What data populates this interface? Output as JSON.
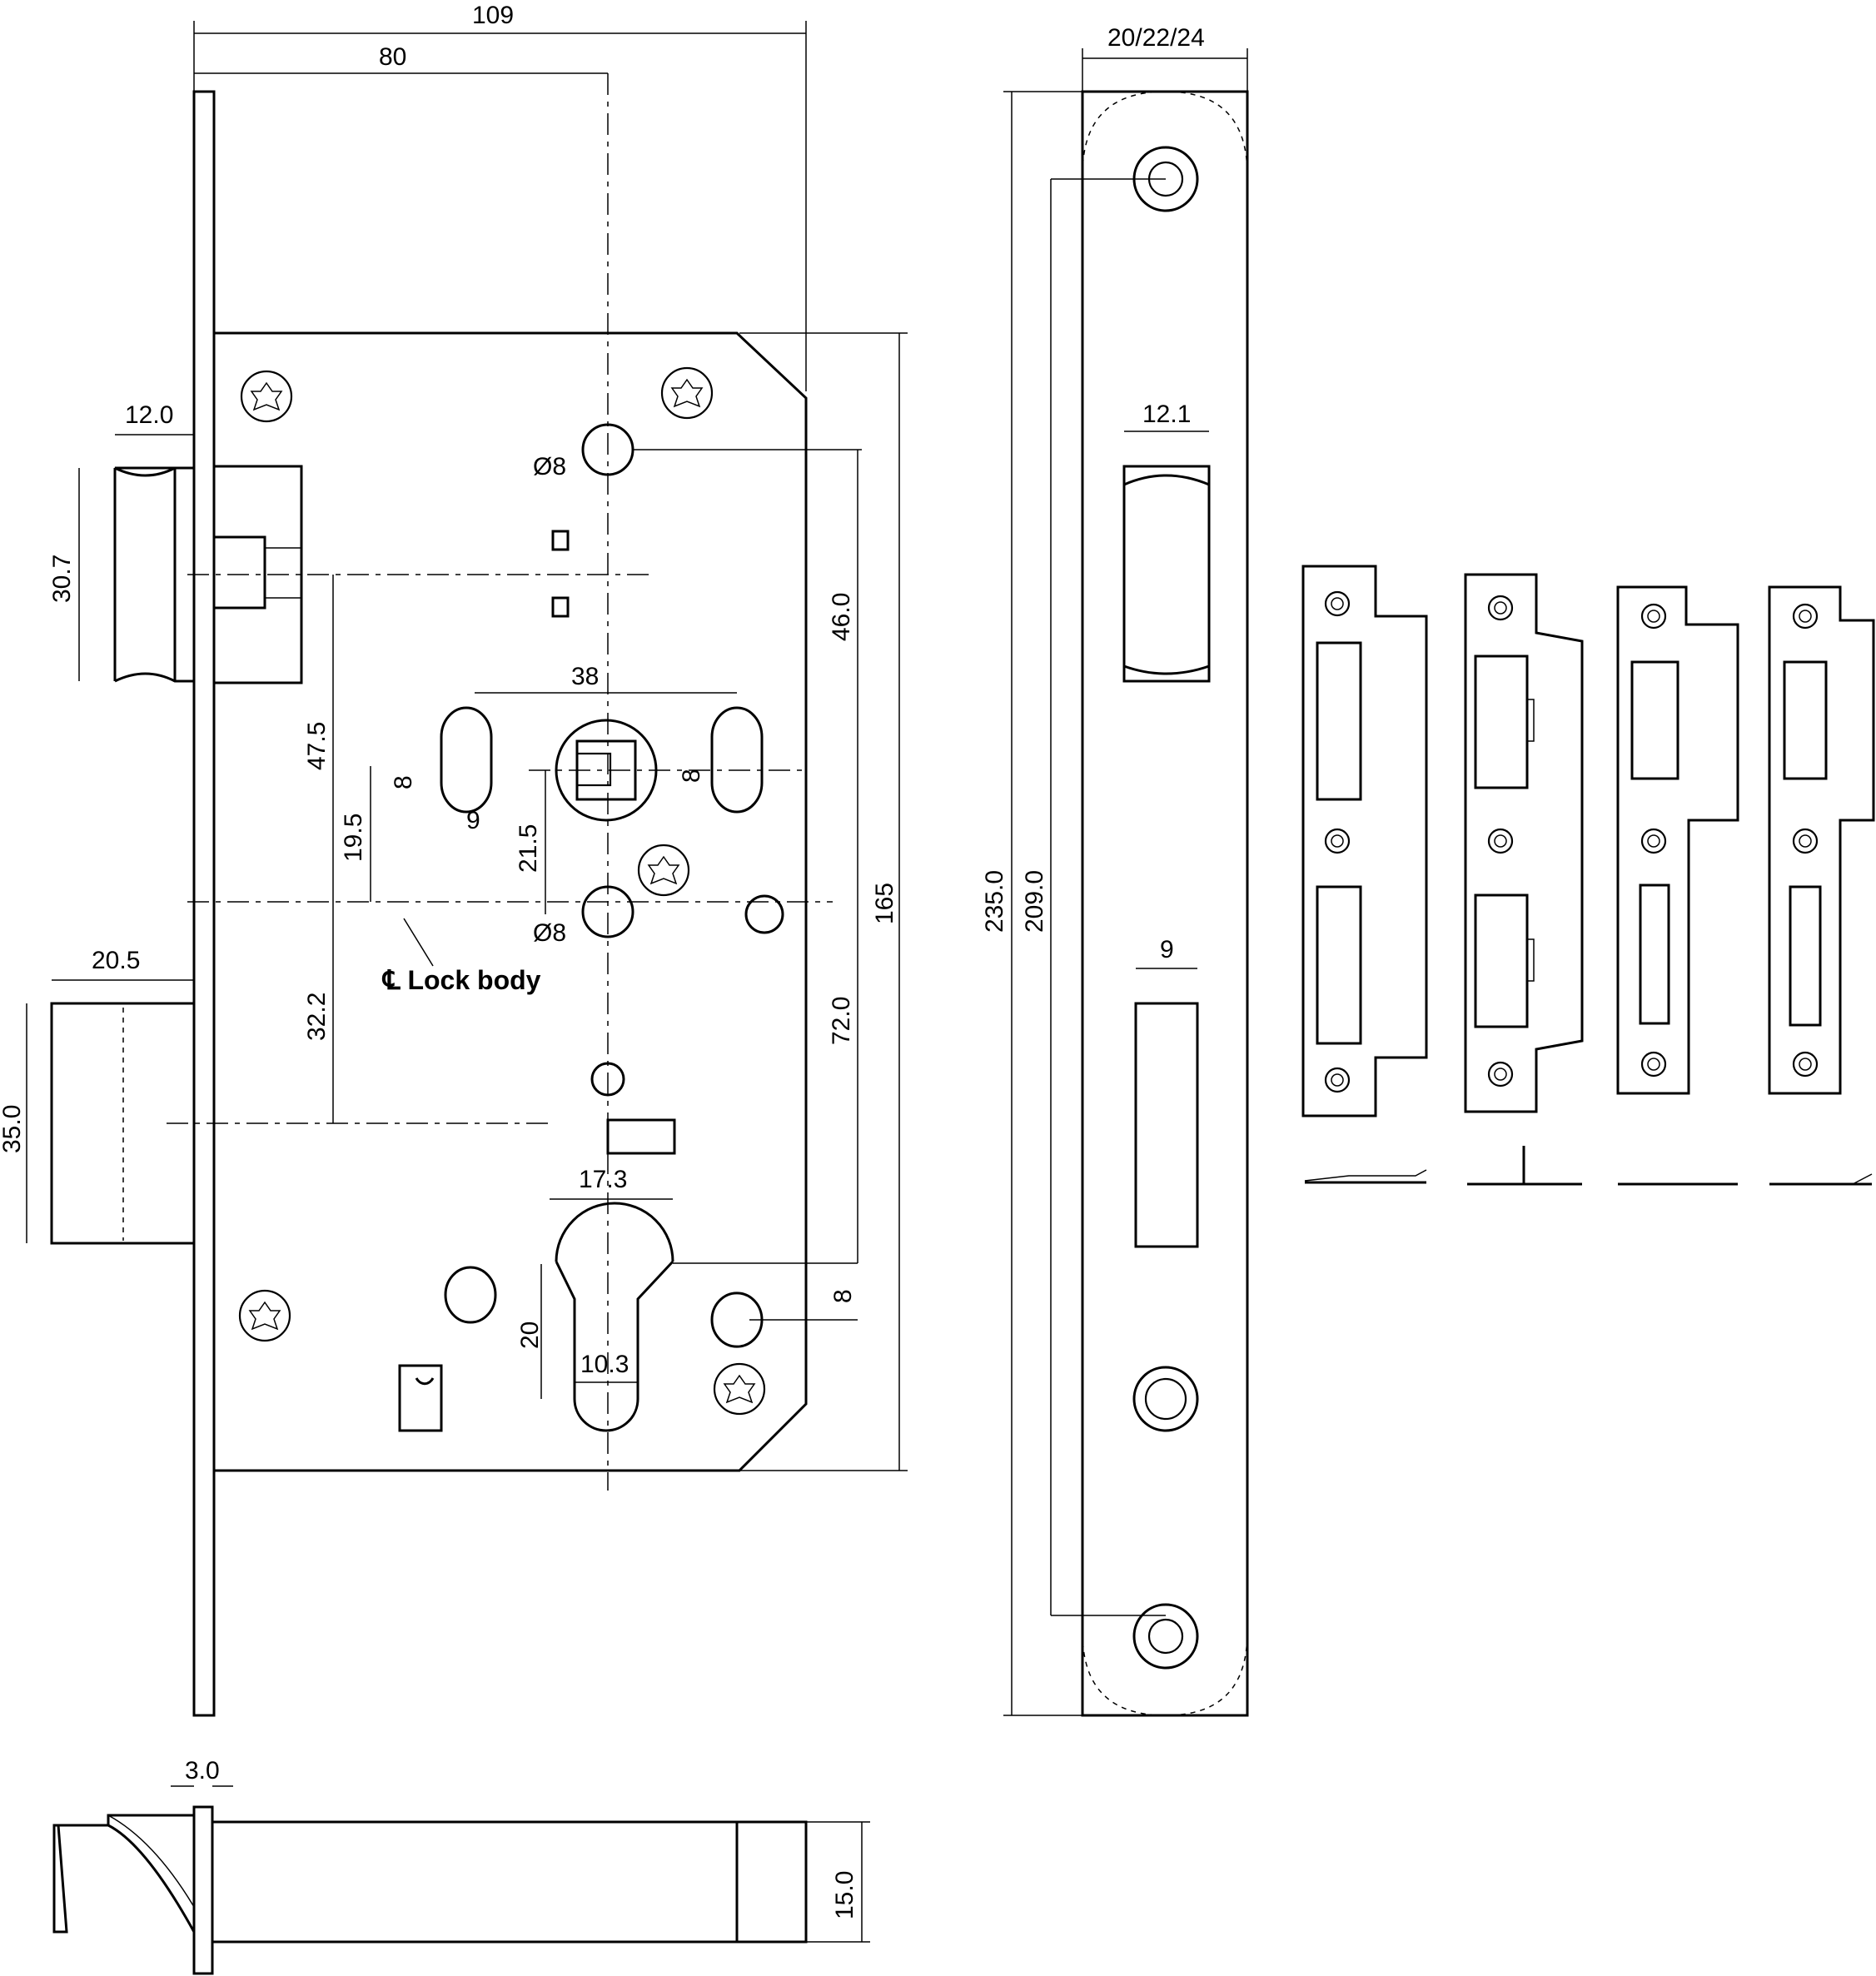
{
  "dimensions": {
    "overall_width": "109",
    "backset": "80",
    "faceplate_width": "20/22/24",
    "latch_projection": "12.0",
    "latch_height": "30.7",
    "strike_opening_width": "12.1",
    "hole_dia_top": "Ø8",
    "hole_dia_mid": "Ø8",
    "dim_46": "46.0",
    "dim_47_5": "47.5",
    "dim_38": "38",
    "dim_8_left": "8",
    "dim_8_right": "8",
    "dim_9": "9",
    "dim_19_5": "19.5",
    "dim_21_5": "21.5",
    "centerline_label": "℄ Lock body",
    "dim_20_5": "20.5",
    "dim_35": "35.0",
    "dim_32_2": "32.2",
    "dim_72": "72.0",
    "dim_165": "165",
    "dim_235": "235.0",
    "dim_209": "209.0",
    "dim_9_face": "9",
    "dim_17_3": "17.3",
    "dim_20": "20",
    "dim_10_3": "10.3",
    "dim_8_cyl": "8",
    "dim_3": "3.0",
    "dim_15": "15.0"
  }
}
